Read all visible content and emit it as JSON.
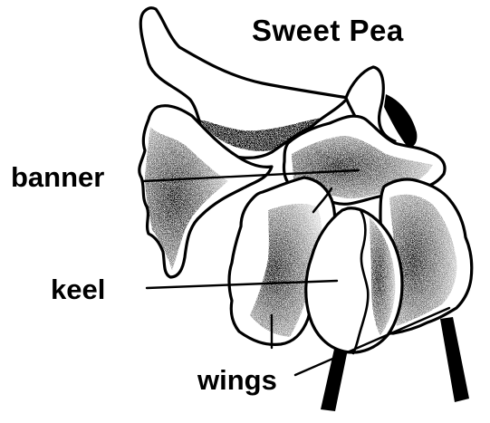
{
  "diagram": {
    "title": "Sweet Pea",
    "labels": {
      "banner": "banner",
      "keel": "keel",
      "wings": "wings"
    },
    "ink_color": "#000000",
    "paper_color": "#ffffff"
  }
}
